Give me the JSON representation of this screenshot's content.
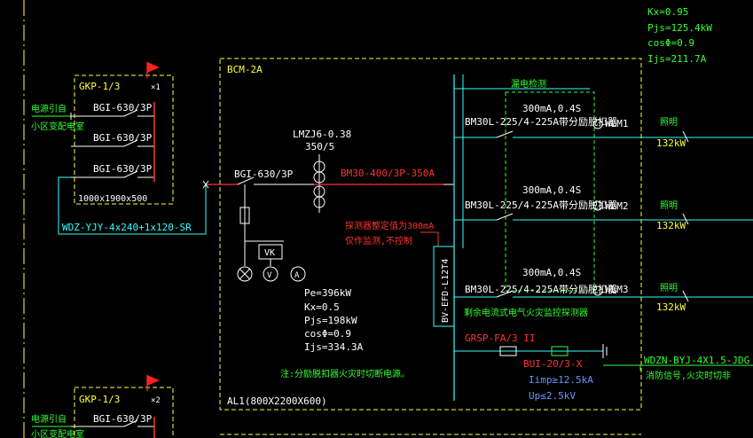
{
  "colors": {
    "background": "#000000",
    "yellow": "#ffff33",
    "green": "#33ff33",
    "cyan": "#33ffff",
    "red": "#ff3333",
    "white": "#ffffff",
    "blue": "#6699ff"
  },
  "top_right_params": {
    "kx": "Kx=0.95",
    "pjs": "Pjs=125.4kW",
    "cos": "cosΦ=0.9",
    "ijs": "Ijs=211.7A"
  },
  "gkp1": {
    "title": "GKP-1/3",
    "flag": "×1",
    "source_line1": "电源引自",
    "source_line2": "小区变配电室",
    "breakers": [
      "BGI-630/3P",
      "BGI-630/3P",
      "BGI-630/3P"
    ],
    "size": "1000x1900x500"
  },
  "gkp2": {
    "title": "GKP-1/3",
    "flag": "×2",
    "source_line1": "电源引自",
    "source_line2": "小区变配电室",
    "breaker": "BGI-630/3P"
  },
  "feeder_cable": "WDZ-YJY-4x240+1x120-SR",
  "panel": {
    "name": "BCM-2A",
    "ct": "LMZJ6-0.38",
    "ct_ratio": "350/5",
    "incoming_breaker": "BGI-630/3P",
    "main_breaker": "BM30-400/3P-350A",
    "note_line1": "探测器整定值为300mA",
    "note_line2": "仅作监测,不控制",
    "vk": "VK",
    "v_meter": "V",
    "a_meter": "A",
    "pe": "Pe=396kW",
    "kx": "Kx=0.5",
    "pjs": "Pjs=198kW",
    "cos": "cosΦ=0.9",
    "ijs": "Ijs=334.3A",
    "remark": "注:分励脱扣器火灾时切断电源。",
    "code": "AL1(800X2200X600)",
    "leak_label": "漏电检测",
    "detector": "BV-EFD-L12T4",
    "fire_monitor": "剩余电流式电气火灾监控探测器",
    "spd_breaker": "GRSP-FA/3 II",
    "spd": "BUI-20/3-X",
    "limp": "Iimp≥12.5kA",
    "up": "Up≤2.5kV"
  },
  "outgoing": [
    {
      "rating": "300mA,0.4S",
      "breaker": "BM30L-225/4-225A带分励脱扣器",
      "circuit": "WLM1",
      "use": "照明",
      "power": "132kW"
    },
    {
      "rating": "300mA,0.4S",
      "breaker": "BM30L-225/4-225A带分励脱扣器",
      "circuit": "WLM2",
      "use": "照明",
      "power": "132kW"
    },
    {
      "rating": "300mA,0.4S",
      "breaker": "BM30L-225/4-225A带分励脱扣器",
      "circuit": "WLM3",
      "use": "照明",
      "power": "132kW"
    }
  ],
  "signal_cable": "WDZN-BYJ-4X1.5-JDG",
  "signal_note": "消防信号,火灾时切非"
}
